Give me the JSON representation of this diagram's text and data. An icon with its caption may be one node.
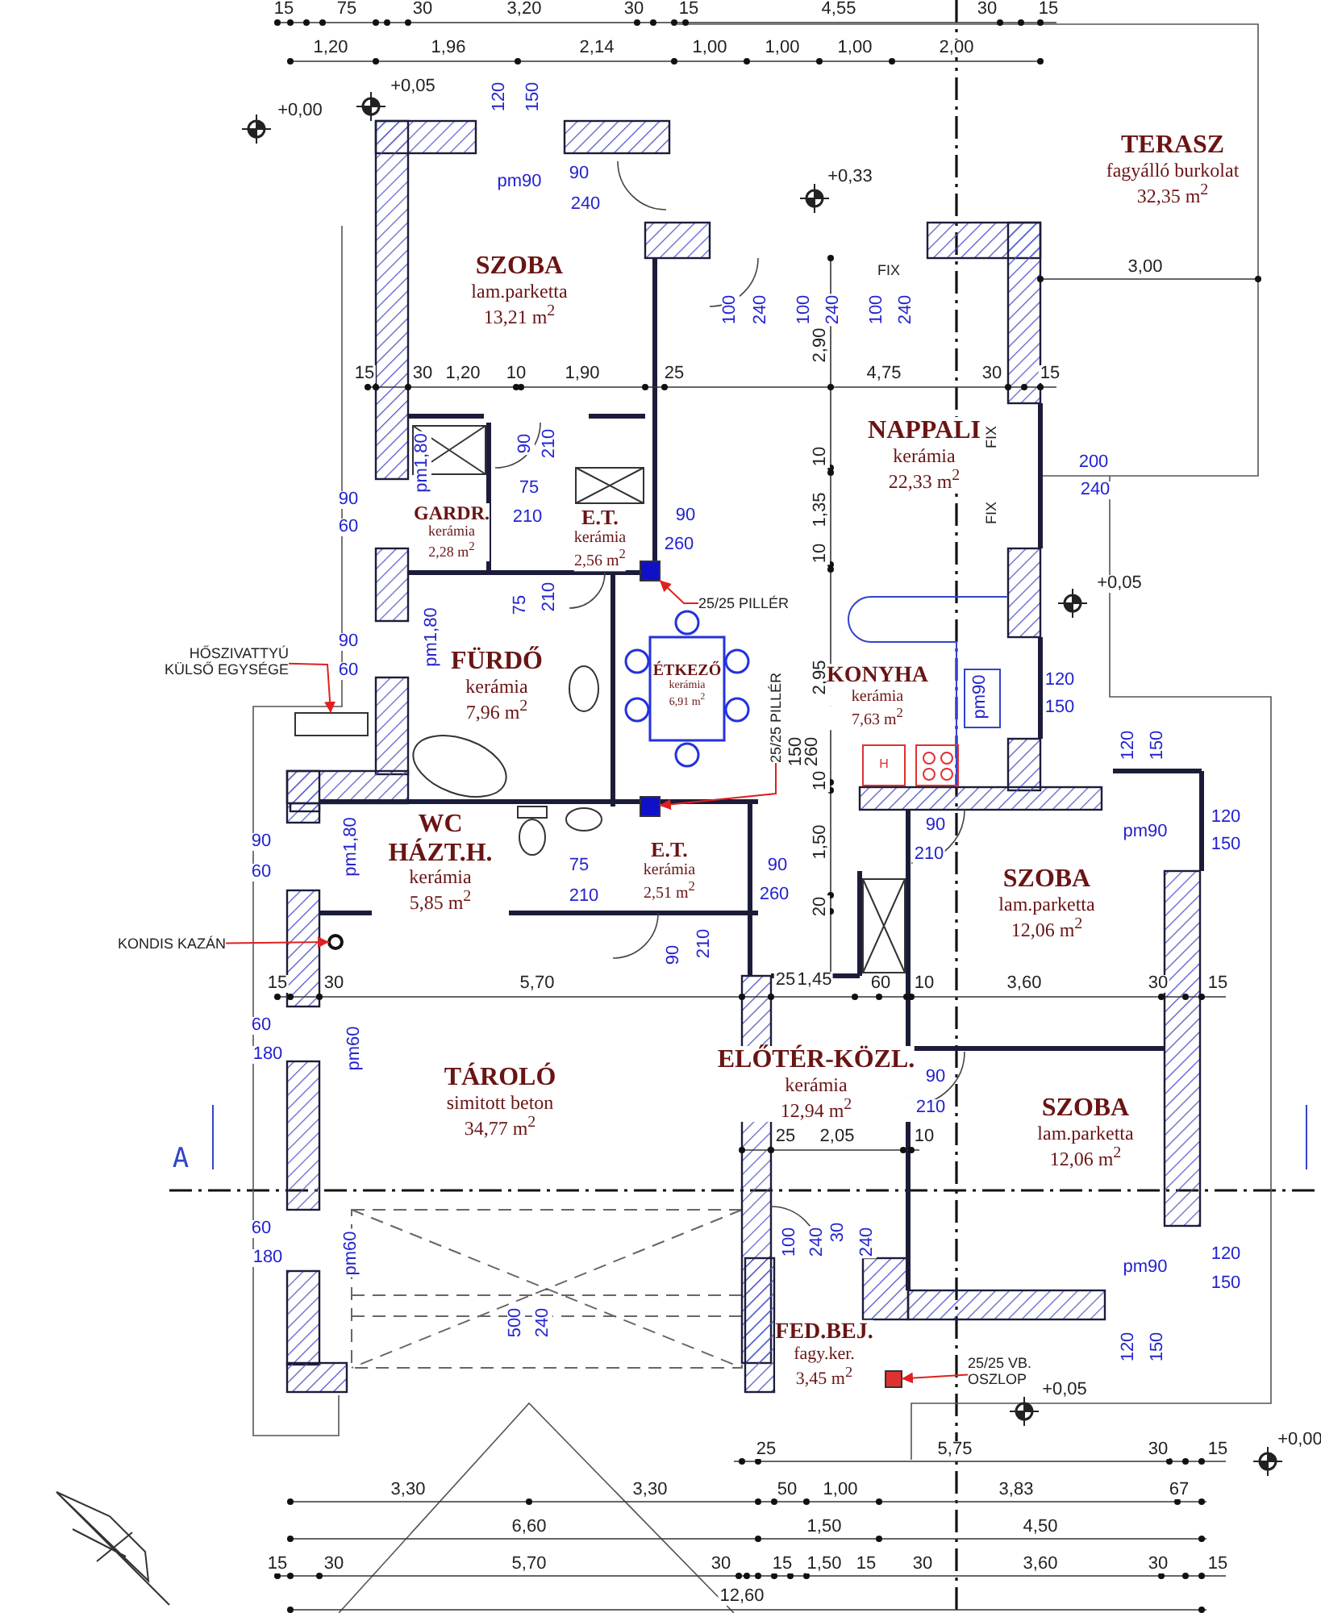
{
  "diagram": {
    "nodes": [
      {
        "text": [
          "SZOBA",
          "lam.parketta",
          "13,21 m$^{2}$"
        ]
      },
      {
        "text": [
          "TERASZ",
          "fagyálló burkolat",
          "32,35 m$^{2}$"
        ]
      },
      {
        "text": [
          "NAPPALI",
          "kerámia",
          "22,33 m$^{2}$"
        ]
      },
      {
        "text": [
          "GARDR.",
          "kerámia",
          "2,28 m$^{2}$"
        ]
      },
      {
        "text": [
          "E.T.",
          "kerámia",
          "2,56 m$^{2}$"
        ]
      },
      {
        "text": [
          "FÜRDŐ",
          "kerámia",
          "7,96 m$^{2}$"
        ]
      },
      {
        "text": [
          "ÉTKEZŐ",
          "kerámia",
          "6,91 m$^{2}$"
        ]
      },
      {
        "text": [
          "KONYHA",
          "kerámia",
          "7,63 m$^{2}$"
        ]
      },
      {
        "text": [
          "WC HÁZT.H.",
          "kerámia",
          "5,85 m$^{2}$"
        ]
      },
      {
        "text": [
          "E.T.",
          "kerámia",
          "2,51 m$^{2}$"
        ]
      },
      {
        "text": [
          "SZOBA",
          "lam.parketta",
          "12,06 m$^{2}$"
        ]
      },
      {
        "text": [
          "TÁROLÓ",
          "simitott beton",
          "34,77 m$^{2}$"
        ]
      },
      {
        "text": [
          "ELŐTÉR-KÖZL.",
          "kerámia",
          "12,94 m$^{2}$"
        ]
      },
      {
        "text": [
          "SZOBA",
          "lam.parketta",
          "12,06 m$^{2}$"
        ]
      },
      {
        "text": [
          "FED.BEJ.",
          "fagy.ker.",
          "3,45 m$^{2}$"
        ]
      },
      {
        "text": [
          "HŐSZIVATTYÚ KÜLSŐ EGYSÉGE"
        ]
      },
      {
        "text": [],
        "shape": "box"
      },
      {
        "text": [
          "KONDIS KAZÁN"
        ]
      },
      {
        "text": [],
        "shape": "circle"
      },
      {
        "text": [
          "25/25 PILLÉR"
        ]
      },
      {
        "text": [],
        "shape": "box"
      },
      {
        "text": [
          "25/25 PILLÉR"
        ]
      },
      {
        "text": [],
        "shape": "box"
      },
      {
        "text": [
          "25/25 VB. OSZLOP"
        ]
      },
      {
        "text": [],
        "shape": "box"
      }
    ],
    "edges": [
      {
        "from": 15,
        "to": 16,
        "arrow": "to"
      },
      {
        "from": 17,
        "to": 18,
        "arrow": "to"
      },
      {
        "from": 19,
        "to": 20,
        "arrow": "to"
      },
      {
        "from": 21,
        "to": 22,
        "arrow": "to"
      },
      {
        "from": 23,
        "to": 24,
        "arrow": "to"
      }
    ],
    "labels": [
      "15",
      "75",
      "30",
      "3,20",
      "30",
      "15",
      "4,55",
      "30",
      "15",
      "1,20",
      "1,96",
      "2,14",
      "1,00",
      "1,00",
      "1,00",
      "2,00",
      "+0,05",
      "+0,00",
      "120",
      "150",
      "pm90",
      "90",
      "240",
      "+0,33",
      "3,00",
      "FIX",
      "100",
      "240",
      "100",
      "240",
      "100",
      "240",
      "2,90",
      "15",
      "30",
      "1,20",
      "10",
      "1,90",
      "25",
      "4,75",
      "30",
      "15",
      "FIX",
      "FIX",
      "200",
      "240",
      "10",
      "1,35",
      "10",
      "90",
      "210",
      "75",
      "210",
      "pm1,80",
      "90",
      "60",
      "90",
      "260",
      "75",
      "210",
      "90",
      "60",
      "pm1,80",
      "2,95",
      "pm90",
      "120",
      "150",
      "150",
      "260",
      "10",
      "H",
      "120",
      "150",
      "90",
      "60",
      "pm1,80",
      "pm90",
      "120",
      "150",
      "75",
      "210",
      "90",
      "260",
      "90",
      "210",
      "90",
      "210",
      "1,50",
      "20",
      "15",
      "30",
      "5,70",
      "25",
      "1,45",
      "60",
      "10",
      "3,60",
      "30",
      "15",
      "60",
      "180",
      "pm60",
      "A",
      "60",
      "180",
      "pm60",
      "90",
      "210",
      "25",
      "2,05",
      "10",
      "100",
      "240",
      "30",
      "240",
      "500",
      "240",
      "pm90",
      "120",
      "150",
      "120",
      "150",
      "+0,05",
      "+0,00",
      "25",
      "5,75",
      "30",
      "15",
      "3,30",
      "3,30",
      "50",
      "1,00",
      "3,83",
      "67",
      "6,60",
      "1,50",
      "4,50",
      "15",
      "30",
      "5,70",
      "30",
      "15",
      "1,50",
      "15",
      "30",
      "3,60",
      "30",
      "15",
      "12,60",
      "+0,05"
    ]
  }
}
